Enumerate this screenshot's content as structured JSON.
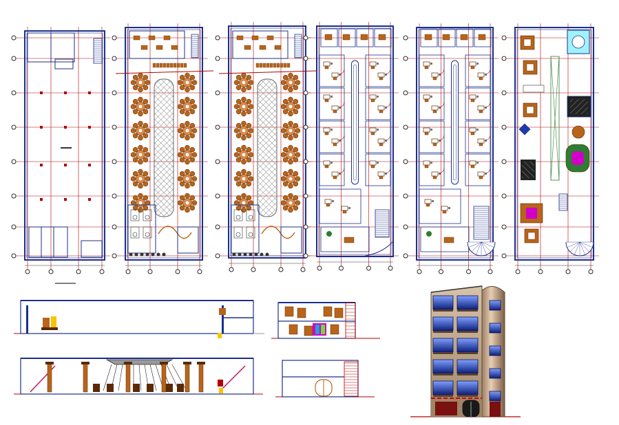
{
  "sheet": {
    "colors": {
      "wall": "#1b2f8a",
      "grid_axis": "#b00000",
      "axis_bubble": "#2a2a2a",
      "furniture": "#b8641a",
      "furniture_dark": "#5a2a06",
      "hatch": "#888888",
      "stair": "#c2185b",
      "facade_body": "#b9a38a",
      "facade_glass": "#1e3aa8",
      "facade_tower": "#c9a98a",
      "ground": "#b00000",
      "green_accent": "#2e7d32",
      "magenta_accent": "#d100c8"
    },
    "views": {
      "plan_1": {
        "kind": "floor-plan",
        "icons": [
          "column-grid",
          "stair",
          "restroom"
        ]
      },
      "plan_2": {
        "kind": "floor-plan",
        "icons": [
          "round-table",
          "skylight-hatch",
          "kitchen"
        ]
      },
      "plan_3": {
        "kind": "floor-plan",
        "icons": [
          "round-table",
          "skylight-hatch",
          "restroom"
        ]
      },
      "plan_4": {
        "kind": "floor-plan",
        "icons": [
          "office-cubicle",
          "corridor-ramp",
          "stair"
        ]
      },
      "plan_5": {
        "kind": "floor-plan",
        "icons": [
          "office-cubicle",
          "corridor-ramp",
          "round-stair"
        ]
      },
      "plan_6": {
        "kind": "floor-plan",
        "icons": [
          "meeting-table",
          "lounge",
          "round-stair"
        ]
      },
      "section_1": {
        "kind": "section"
      },
      "section_2": {
        "kind": "section"
      },
      "section_3": {
        "kind": "section"
      },
      "section_4": {
        "kind": "section"
      },
      "elevation": {
        "kind": "front-elevation",
        "icons": [
          "window-bands",
          "round-tower",
          "entrance-door"
        ]
      }
    }
  }
}
